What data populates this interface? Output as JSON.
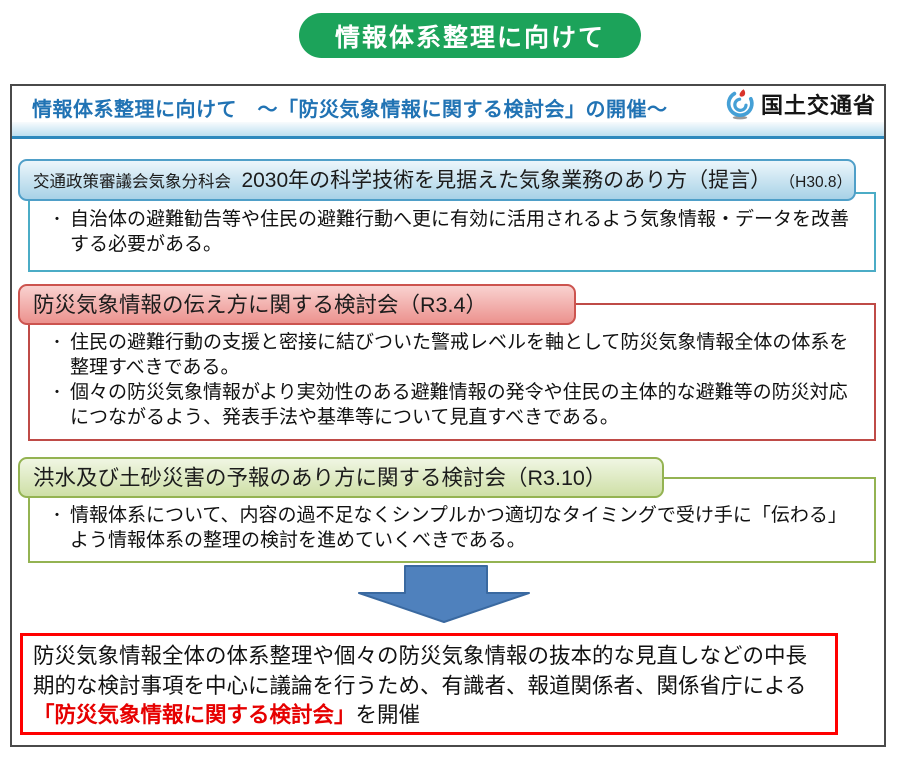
{
  "bullet_marker": "・",
  "banner": {
    "title": "情報体系整理に向けて",
    "color": "#1ca35a"
  },
  "header": {
    "title": "情報体系整理に向けて　～「防災気象情報に関する検討会」の開催～",
    "title_color": "#2173b4",
    "logo_icon": "mlit-logo",
    "ministry_name": "国土交通省"
  },
  "sections": [
    {
      "label_small": "交通政策審議会気象分科会",
      "label_main": "2030年の科学技術を見据えた気象業務のあり方（提言）",
      "label_date": "（H30.8）",
      "accent": "#4bacc6",
      "bullets": [
        "自治体の避難勧告等や住民の避難行動へ更に有効に活用されるよう気象情報・データを改善する必要がある。"
      ]
    },
    {
      "label_main": "防災気象情報の伝え方に関する検討会（R3.4）",
      "accent": "#c0504d",
      "bullets": [
        "住民の避難行動の支援と密接に結びついた警戒レベルを軸として防災気象情報全体の体系を整理すべきである。",
        "個々の防災気象情報がより実効性のある避難情報の発令や住民の主体的な避難等の防災対応につながるよう、発表手法や基準等について見直すべきである。"
      ]
    },
    {
      "label_main": "洪水及び土砂災害の予報のあり方に関する検討会（R3.10）",
      "accent": "#9bbb59",
      "bullets": [
        "情報体系について、内容の過不足なくシンプルかつ適切なタイミングで受け手に「伝わる」よう情報体系の整理の検討を進めていくべきである。"
      ]
    }
  ],
  "arrow": {
    "icon": "down-arrow",
    "fill": "#4f81bd",
    "stroke": "#3a69a0"
  },
  "conclusion": {
    "text_before": "防災気象情報全体の体系整理や個々の防災気象情報の抜本的な見直しなどの中長期的な検討事項を中心に議論を行うため、有識者、報道関係者、関係省庁による",
    "text_highlight": "「防災気象情報に関する検討会」",
    "text_after": "を開催",
    "highlight_color": "#e60000",
    "border_color": "#ff0000"
  }
}
